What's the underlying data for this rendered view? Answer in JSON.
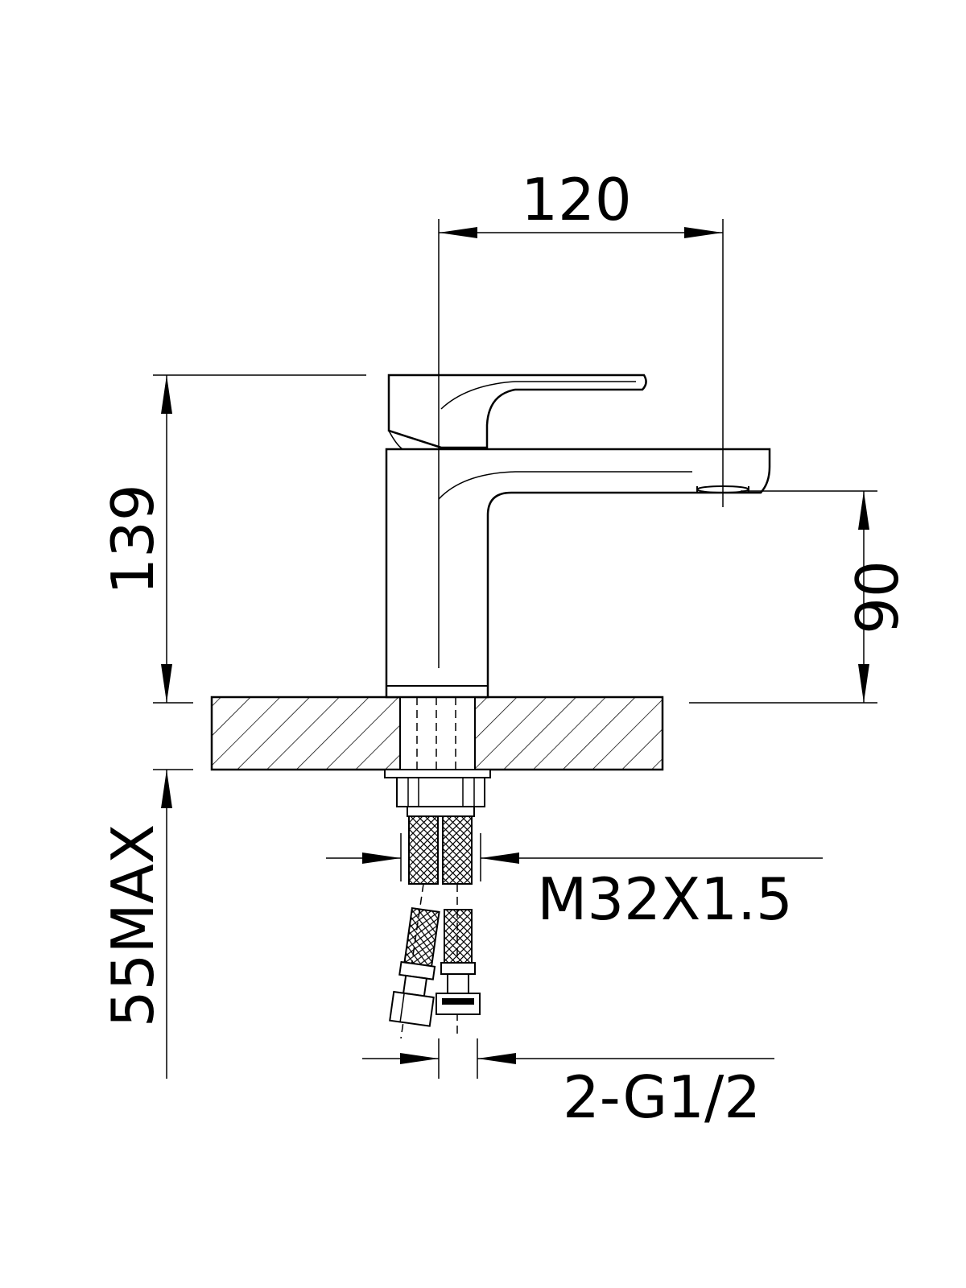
{
  "dimensions": {
    "spout_reach": "120",
    "total_height": "139",
    "spout_height": "90",
    "max_deck_thickness": "55MAX",
    "thread_size": "M32X1.5",
    "hose_connections": "2-G1/2"
  },
  "colors": {
    "line": "#000000",
    "background": "#ffffff"
  }
}
